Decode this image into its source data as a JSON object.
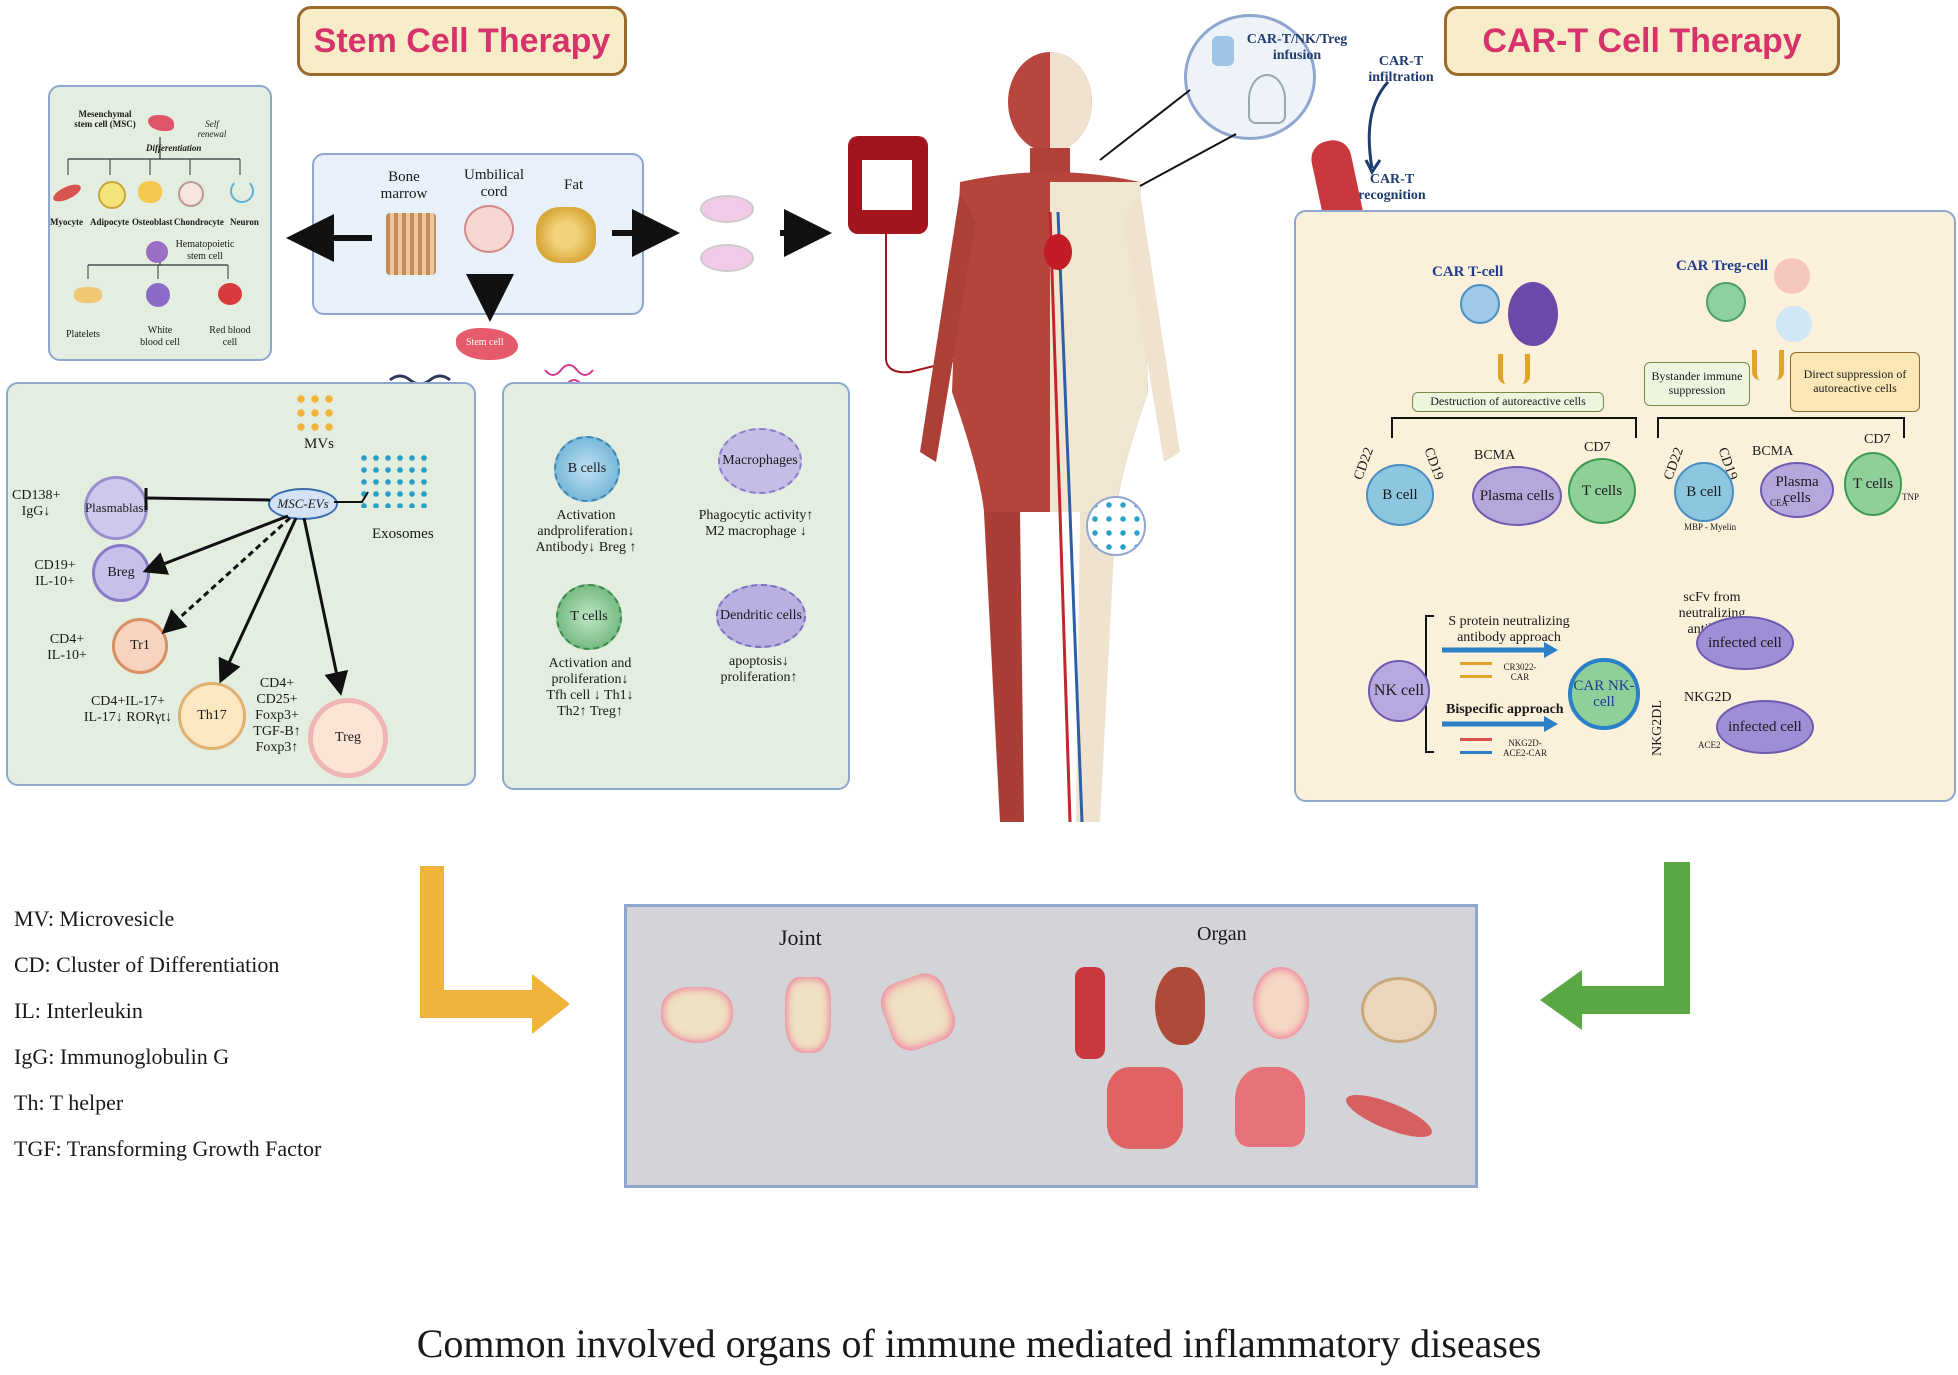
{
  "titles": {
    "stem": "Stem Cell Therapy",
    "cart": "CAR-T Cell Therapy"
  },
  "msc_panel": {
    "msc": "Mesenchymal stem cell (MSC)",
    "self_renewal": "Self renewal",
    "differentiation": "Differentiation",
    "types": [
      "Myocyte",
      "Adipocyte",
      "Osteoblast",
      "Chondrocyte",
      "Neuron"
    ],
    "hematopoietic": "Hematopoietic stem cell",
    "blood": [
      "Platelets",
      "White blood cell",
      "Red blood cell"
    ]
  },
  "sources": {
    "bone_marrow": "Bone marrow",
    "umbilical": "Umbilical cord",
    "fat": "Fat",
    "stem_cell": "Stem cell"
  },
  "ev_panel": {
    "mvs": "MVs",
    "exosomes": "Exosomes",
    "msc_evs": "MSC-EVs",
    "cells": [
      "Plasmablast",
      "Breg",
      "Tr1",
      "Th17",
      "Treg"
    ],
    "markers": {
      "plasmablast": "CD138+ IgG↓",
      "breg": "CD19+ IL-10+",
      "tr1": "CD4+ IL-10+",
      "th17": "CD4+IL-17+ IL-17↓ RORγt↓",
      "treg": "CD4+ CD25+ Foxp3+ TGF-B↑ Foxp3↑"
    }
  },
  "immune_panel": {
    "b_cells": "B cells",
    "b_effect": "Activation andproliferation↓ Antibody↓ Breg ↑",
    "macrophages": "Macrophages",
    "mac_effect": "Phagocytic activity↑ M2 macrophage ↓",
    "t_cells": "T cells",
    "t_effect": "Activation and proliferation↓ Tfh cell ↓ Th1↓ Th2↑ Treg↑",
    "dendritic": "Dendritic cells",
    "dc_effect": "apoptosis↓ proliferation↑"
  },
  "infusion": {
    "label": "CAR-T/NK/Treg infusion",
    "infiltration": "CAR-T infiltration",
    "recognition": "CAR-T recognition"
  },
  "cart_panel": {
    "car_t": "CAR T-cell",
    "car_treg": "CAR Treg-cell",
    "destruction": "Destruction of autoreactive cells",
    "bystander": "Bystander immune suppression",
    "direct": "Direct suppression of autoreactive cells",
    "targets_left": [
      "CD22",
      "CD19",
      "B cell",
      "BCMA",
      "Plasma cells",
      "CD7",
      "T cells"
    ],
    "targets_right": [
      "CD22",
      "CD19",
      "B cell",
      "BCMA",
      "Plasma cells",
      "CD7",
      "T cells",
      "CEA",
      "TNP",
      "MBP - Myelin"
    ],
    "nk_cell": "NK cell",
    "s_protein": "S protein neutralizing antibody approach",
    "cr3022": "CR3022-CAR",
    "bispecific": "Bispecific approach",
    "nkg2d_ace2": "NKG2D-ACE2-CAR",
    "car_nk": "CAR NK-cell",
    "scfv": "scFv from neutralizing antibody",
    "infected1": "infected cell",
    "nkg2d": "NKG2D",
    "nkg2dl": "NKG2DL",
    "ace2": "ACE2",
    "infected2": "infected cell"
  },
  "organs_panel": {
    "joint": "Joint",
    "organ": "Organ"
  },
  "legend": [
    "MV: Microvesicle",
    "CD: Cluster of Differentiation",
    "IL: Interleukin",
    "IgG: Immunoglobulin G",
    "Th: T helper",
    "TGF: Transforming Growth Factor"
  ],
  "caption": "Common involved organs of immune mediated inflammatory diseases",
  "colors": {
    "title_text": "#d6336c",
    "title_bg": "#f7ecc8",
    "left_arrow": "#f0b43a",
    "right_arrow": "#5aa844"
  }
}
